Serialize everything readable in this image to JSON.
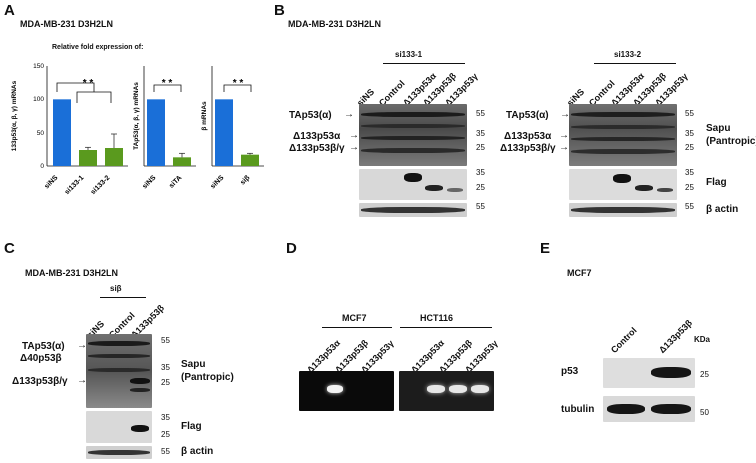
{
  "panels": {
    "A": {
      "letter": "A",
      "cell_line": "MDA-MB-231 D3H2LN",
      "subtitle": "Relative fold expression of:",
      "axis_ticks": [
        "150",
        "100",
        "50",
        "0"
      ],
      "sig": "* *",
      "charts": [
        {
          "ylabel": "133p53(α, β, γ) mRNAs",
          "categories": [
            "siNS",
            "si133-1",
            "si133-2"
          ]
        },
        {
          "ylabel": "TAp53(α, β, γ) mRNAs",
          "categories": [
            "siNS",
            "siTA"
          ]
        },
        {
          "ylabel": "β mRNAs",
          "categories": [
            "siNS",
            "siβ"
          ]
        }
      ]
    },
    "B": {
      "letter": "B",
      "cell_line": "MDA-MB-231 D3H2LN",
      "group1": "si133-1",
      "group2": "si133-2",
      "lanes": [
        "siNS",
        "Control",
        "Δ133p53α",
        "Δ133p53β",
        "Δ133p53γ"
      ],
      "row_labels": [
        "TAp53(α)",
        "Δ133p53α",
        "Δ133p53β/γ"
      ],
      "markers_top": [
        "55",
        "35",
        "25"
      ],
      "markers_flag": [
        "35",
        "25"
      ],
      "marker_actin": "55",
      "blot_labels": [
        "Sapu",
        "(Pantropic)",
        "Flag",
        "β actin"
      ]
    },
    "C": {
      "letter": "C",
      "cell_line": "MDA-MB-231 D3H2LN",
      "group": "siβ",
      "lanes": [
        "siNS",
        "Control",
        "Δ133p53β"
      ],
      "row_labels": [
        "TAp53(α)",
        "Δ40p53β",
        "Δ133p53β/γ"
      ],
      "markers_top": [
        "55",
        "35",
        "25"
      ],
      "markers_flag": [
        "35",
        "25"
      ],
      "marker_actin": "55",
      "blot_labels": [
        "Sapu",
        "(Pantropic)",
        "Flag",
        "β actin"
      ]
    },
    "D": {
      "letter": "D",
      "group1": "MCF7",
      "group2": "HCT116",
      "lanes": [
        "Δ133p53α",
        "Δ133p53β",
        "Δ133p53γ"
      ]
    },
    "E": {
      "letter": "E",
      "cell_line": "MCF7",
      "lanes": [
        "Control",
        "Δ133p53β"
      ],
      "kda": "KDa",
      "rows": [
        "p53",
        "tubulin"
      ],
      "markers": [
        "25",
        "50"
      ]
    }
  },
  "chart_data": [
    {
      "type": "bar",
      "title": "",
      "ylabel": "133p53(α, β, γ) mRNAs",
      "categories": [
        "siNS",
        "si133-1",
        "si133-2"
      ],
      "values": [
        100,
        24,
        27
      ],
      "errors": [
        0,
        4,
        21
      ],
      "ylim": [
        0,
        150
      ],
      "colors": [
        "#1a6fd8",
        "#5a9a1e",
        "#5a9a1e"
      ]
    },
    {
      "type": "bar",
      "title": "",
      "ylabel": "TAp53(α, β, γ) mRNAs",
      "categories": [
        "siNS",
        "siTA"
      ],
      "values": [
        100,
        13
      ],
      "errors": [
        0,
        6
      ],
      "ylim": [
        0,
        150
      ],
      "colors": [
        "#1a6fd8",
        "#5a9a1e"
      ]
    },
    {
      "type": "bar",
      "title": "",
      "ylabel": "β mRNAs",
      "categories": [
        "siNS",
        "siβ"
      ],
      "values": [
        100,
        17
      ],
      "errors": [
        0,
        2
      ],
      "ylim": [
        0,
        150
      ],
      "colors": [
        "#1a6fd8",
        "#5a9a1e"
      ]
    }
  ]
}
